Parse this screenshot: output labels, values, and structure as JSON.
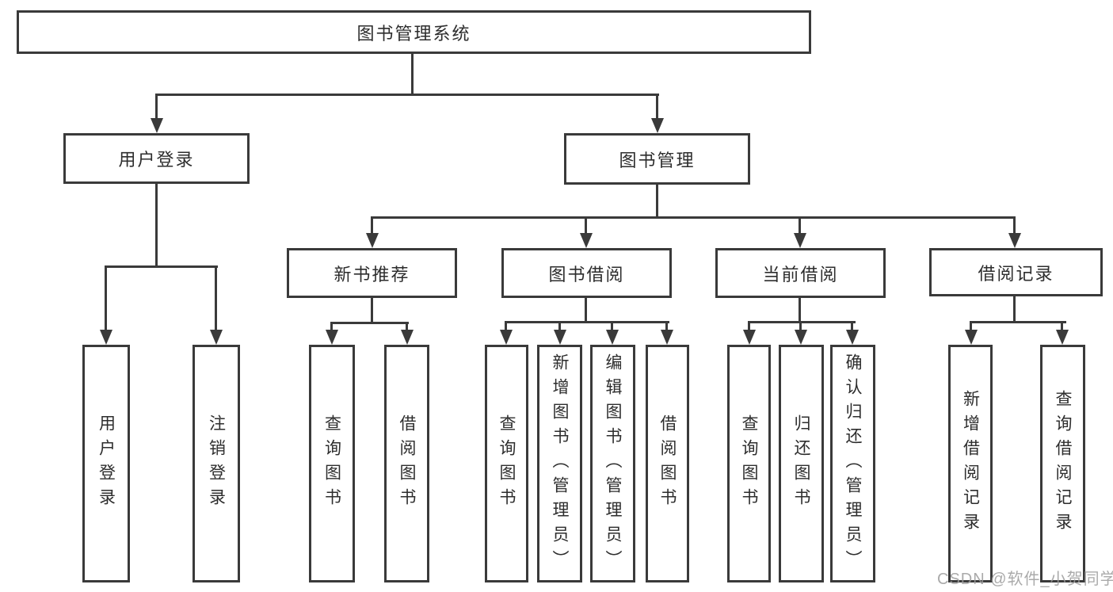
{
  "watermark": "CSDN @软件_小贺同学",
  "colors": {
    "line": "#3a3a3a",
    "text": "#2d2d2d",
    "watermark": "#9c9c9c",
    "background": "#ffffff"
  },
  "tree": {
    "label": "图书管理系统",
    "children": [
      {
        "label": "用户登录",
        "children": [
          {
            "label": "用户登录"
          },
          {
            "label": "注销登录"
          }
        ]
      },
      {
        "label": "图书管理",
        "children": [
          {
            "label": "新书推荐",
            "children": [
              {
                "label": "查询图书"
              },
              {
                "label": "借阅图书"
              }
            ]
          },
          {
            "label": "图书借阅",
            "children": [
              {
                "label": "查询图书"
              },
              {
                "label": "新增图书（管理员）"
              },
              {
                "label": "编辑图书（管理员）"
              },
              {
                "label": "借阅图书"
              }
            ]
          },
          {
            "label": "当前借阅",
            "children": [
              {
                "label": "查询图书"
              },
              {
                "label": "归还图书"
              },
              {
                "label": "确认归还（管理员）"
              }
            ]
          },
          {
            "label": "借阅记录",
            "children": [
              {
                "label": "新增借阅记录"
              },
              {
                "label": "查询借阅记录"
              }
            ]
          }
        ]
      }
    ]
  }
}
